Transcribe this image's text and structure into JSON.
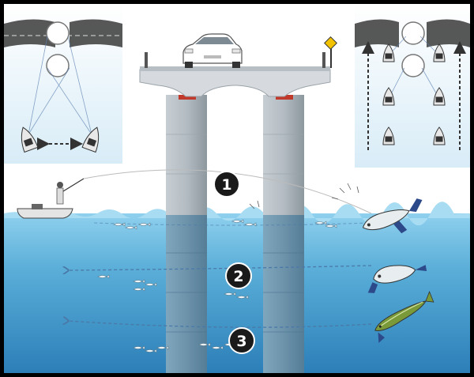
{
  "steps": [
    {
      "label": "1"
    },
    {
      "label": "2"
    },
    {
      "label": "3"
    }
  ],
  "colors": {
    "frame": "#000000",
    "sky": "#ffffff",
    "water_top": "#7cc4e6",
    "water_deep": "#2f86bd",
    "pillar": "#a9b2b8",
    "pillar_shadow": "#6e7a82",
    "bridge": "#d9dde0",
    "badge": "#1a1a1a",
    "lure_top": "#e8eef0",
    "lure_bottom": "#7a9a3a",
    "fins": "#2c4a8a",
    "guide_line": "#4a79a8",
    "sign": "#f2c200"
  },
  "icons": {
    "car": "car-icon",
    "boat": "boat-icon",
    "sign": "warning-sign-icon",
    "fish": "baitfish-icon",
    "lure": "lure-icon"
  }
}
